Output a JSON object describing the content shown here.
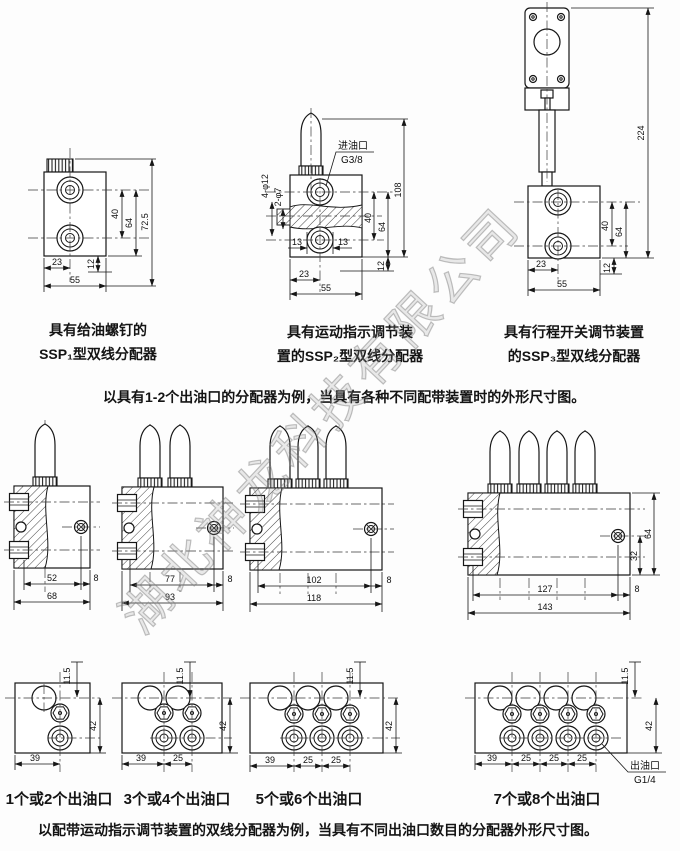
{
  "colors": {
    "line": "#161616",
    "background": "#fdfdfd",
    "watermark_gray": "#9a9a9a"
  },
  "watermark": {
    "text": "湖北神龙科技有限公司"
  },
  "notes": {
    "top": "以具有1-2个出油口的分配器为例，当具有各种不同配带装置时的外形尺寸图。",
    "bottom": "以配带运动指示调节装置的双线分配器为例，当具有不同出油口数目的分配器外形尺寸图。"
  },
  "captions": {
    "ssp1": [
      "具有给油螺钉的",
      "SSP₁型双线分配器"
    ],
    "ssp2": [
      "具有运动指示调节装",
      "置的SSP₂型双线分配器"
    ],
    "ssp3": [
      "具有行程开关调节装置",
      "的SSP₃型双线分配器"
    ],
    "bottom": [
      "1个或2个出油口",
      "3个或4个出油口",
      "5个或6个出油口",
      "7个或8个出油口"
    ]
  },
  "labels": {
    "inlet1": "进油口",
    "inlet2": "G3/8",
    "outlet1": "出油口",
    "outlet2": "G1/4"
  },
  "d": {
    "ssp1": {
      "v40": "40",
      "v64": "64",
      "v725": "72.5",
      "h23": "23",
      "h55": "55",
      "v12": "12"
    },
    "ssp2": {
      "holes12": "4-φ12",
      "holes7": "2-φ7",
      "l13": "13",
      "r13": "13",
      "h23": "23",
      "h55": "55",
      "v40": "40",
      "v64": "64",
      "v108": "108",
      "v12": "12"
    },
    "ssp3": {
      "v224": "224",
      "v40": "40",
      "v64": "64",
      "h23": "23",
      "h55": "55",
      "v12": "12"
    },
    "sv": [
      {
        "a": "52",
        "b": "8",
        "c": "68"
      },
      {
        "a": "77",
        "b": "8",
        "c": "93"
      },
      {
        "a": "102",
        "b": "8",
        "c": "118"
      },
      {
        "a": "127",
        "b": "8",
        "c": "143",
        "v32": "32",
        "v64": "64"
      }
    ],
    "bv": [
      {
        "t": "11.5",
        "r": "42",
        "w": [
          "39"
        ]
      },
      {
        "t": "11.5",
        "r": "42",
        "w": [
          "39",
          "25"
        ]
      },
      {
        "t": "11.5",
        "r": "42",
        "w": [
          "39",
          "25",
          "25"
        ]
      },
      {
        "t": "11.5",
        "r": "42",
        "w": [
          "39",
          "25",
          "25",
          "25"
        ]
      }
    ]
  }
}
